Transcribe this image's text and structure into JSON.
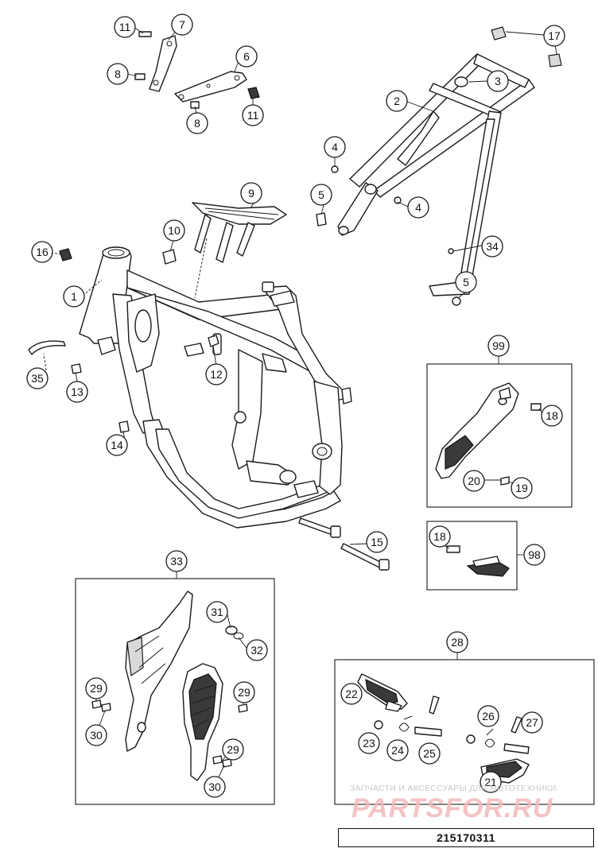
{
  "callouts": [
    {
      "id": "c1",
      "label": "1"
    },
    {
      "id": "c2",
      "label": "2"
    },
    {
      "id": "c3",
      "label": "3"
    },
    {
      "id": "c4a",
      "label": "4"
    },
    {
      "id": "c4b",
      "label": "4"
    },
    {
      "id": "c5a",
      "label": "5"
    },
    {
      "id": "c5b",
      "label": "5"
    },
    {
      "id": "c6",
      "label": "6"
    },
    {
      "id": "c7",
      "label": "7"
    },
    {
      "id": "c8a",
      "label": "8"
    },
    {
      "id": "c8b",
      "label": "8"
    },
    {
      "id": "c9",
      "label": "9"
    },
    {
      "id": "c10",
      "label": "10"
    },
    {
      "id": "c11a",
      "label": "11"
    },
    {
      "id": "c11b",
      "label": "11"
    },
    {
      "id": "c12",
      "label": "12"
    },
    {
      "id": "c13",
      "label": "13"
    },
    {
      "id": "c14",
      "label": "14"
    },
    {
      "id": "c15",
      "label": "15"
    },
    {
      "id": "c16",
      "label": "16"
    },
    {
      "id": "c17",
      "label": "17"
    },
    {
      "id": "c18a",
      "label": "18"
    },
    {
      "id": "c18b",
      "label": "18"
    },
    {
      "id": "c19",
      "label": "19"
    },
    {
      "id": "c20",
      "label": "20"
    },
    {
      "id": "c21",
      "label": "21"
    },
    {
      "id": "c22",
      "label": "22"
    },
    {
      "id": "c23",
      "label": "23"
    },
    {
      "id": "c24",
      "label": "24"
    },
    {
      "id": "c25",
      "label": "25"
    },
    {
      "id": "c26",
      "label": "26"
    },
    {
      "id": "c27",
      "label": "27"
    },
    {
      "id": "c28",
      "label": "28"
    },
    {
      "id": "c29a",
      "label": "29"
    },
    {
      "id": "c29b",
      "label": "29"
    },
    {
      "id": "c29c",
      "label": "29"
    },
    {
      "id": "c30a",
      "label": "30"
    },
    {
      "id": "c30b",
      "label": "30"
    },
    {
      "id": "c31",
      "label": "31"
    },
    {
      "id": "c32",
      "label": "32"
    },
    {
      "id": "c33",
      "label": "33"
    },
    {
      "id": "c34",
      "label": "34"
    },
    {
      "id": "c35",
      "label": "35"
    },
    {
      "id": "c98",
      "label": "98"
    },
    {
      "id": "c99",
      "label": "99"
    }
  ],
  "footer": {
    "diagram_code": "215170311"
  },
  "watermark": {
    "tagline": "ЗАПЧАСТИ И АКСЕССУАРЫ ДЛЯ МОТОТЕХНИКИ",
    "brand": "PARTSFOR.RU"
  }
}
